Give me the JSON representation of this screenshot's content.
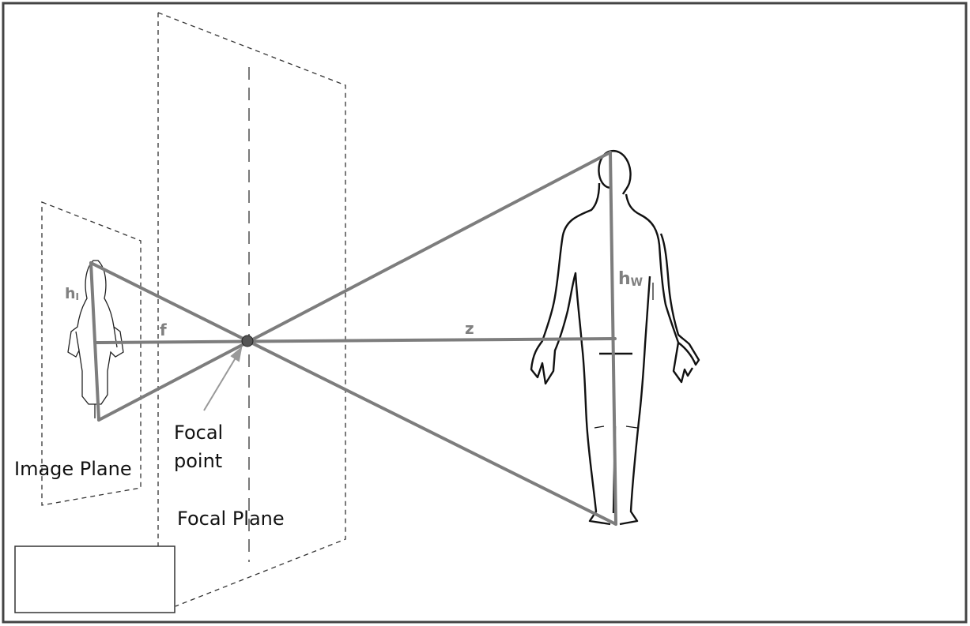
{
  "labels": {
    "image_plane": "Image Plane",
    "focal_point_line1": "Focal",
    "focal_point_line2": "point",
    "focal_plane": "Focal Plane",
    "f": "f",
    "z": "z",
    "h_i_main": "h",
    "h_i_sub": "I",
    "h_w_main": "h",
    "h_w_sub": "W"
  },
  "colors": {
    "ray": "#7d7d7d",
    "label_gray": "#808080",
    "text": "#111111",
    "dashed": "#333333",
    "frame": "#444444"
  }
}
